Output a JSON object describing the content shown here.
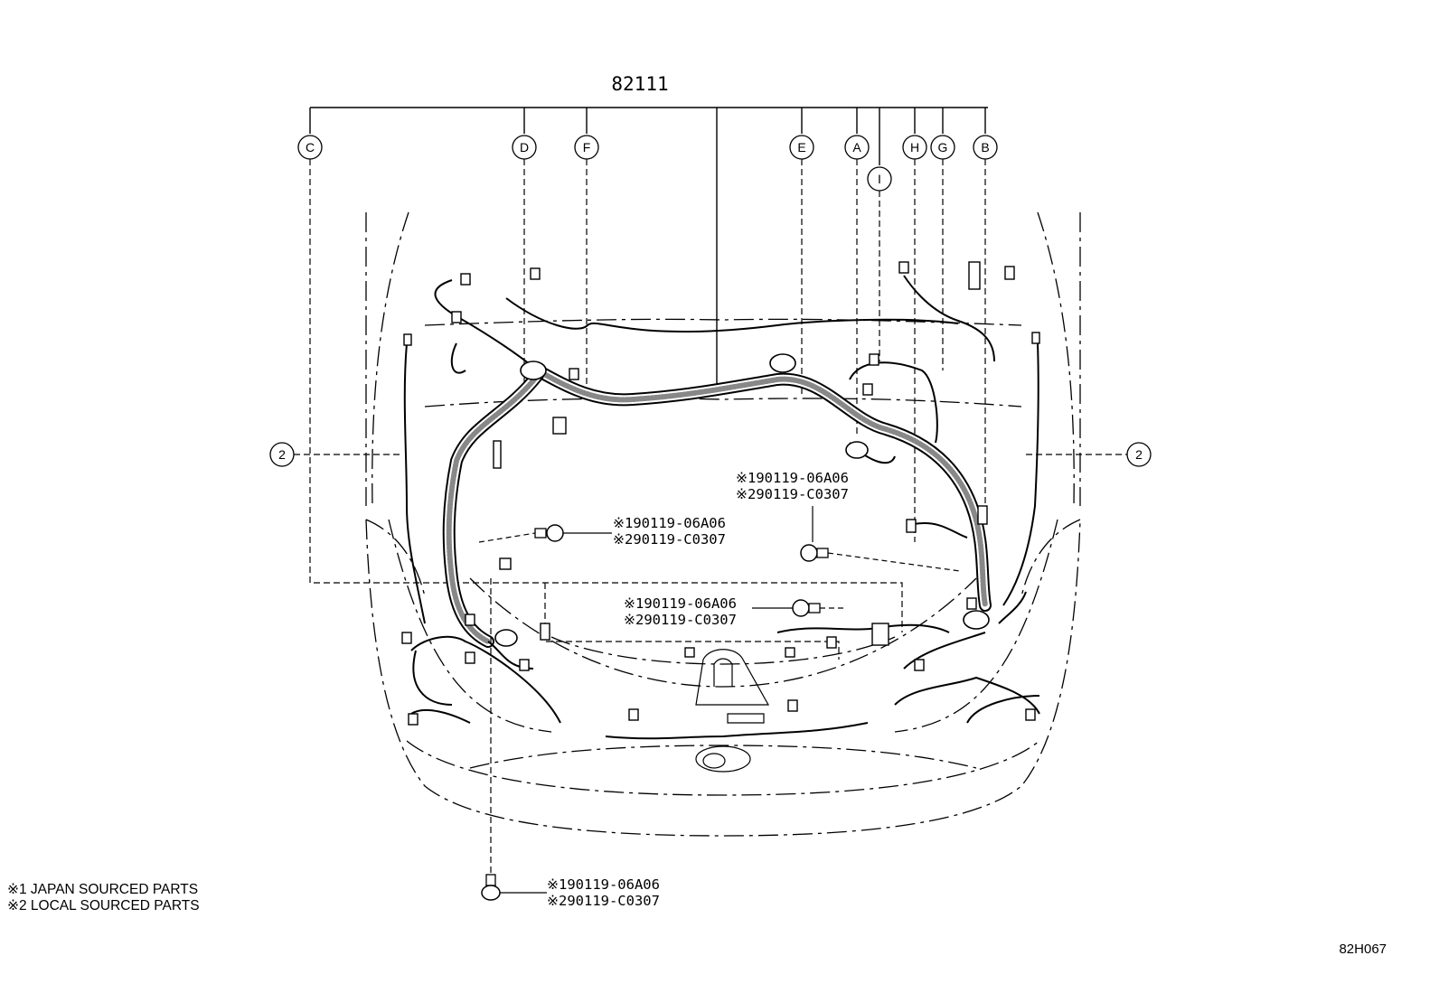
{
  "diagram": {
    "main_part_number": "82111",
    "diagram_id": "82H067"
  },
  "connector_labels": [
    "C",
    "D",
    "F",
    "E",
    "A",
    "I",
    "H",
    "G",
    "B"
  ],
  "side_reference_label": "2",
  "callouts": [
    {
      "line1": "※190119-06A06",
      "line2": "※290119-C0307"
    },
    {
      "line1": "※190119-06A06",
      "line2": "※290119-C0307"
    },
    {
      "line1": "※190119-06A06",
      "line2": "※290119-C0307"
    },
    {
      "line1": "※190119-06A06",
      "line2": "※290119-C0307"
    }
  ],
  "legend": {
    "line1": "※1 JAPAN SOURCED PARTS",
    "line2": "※2 LOCAL SOURCED PARTS"
  }
}
